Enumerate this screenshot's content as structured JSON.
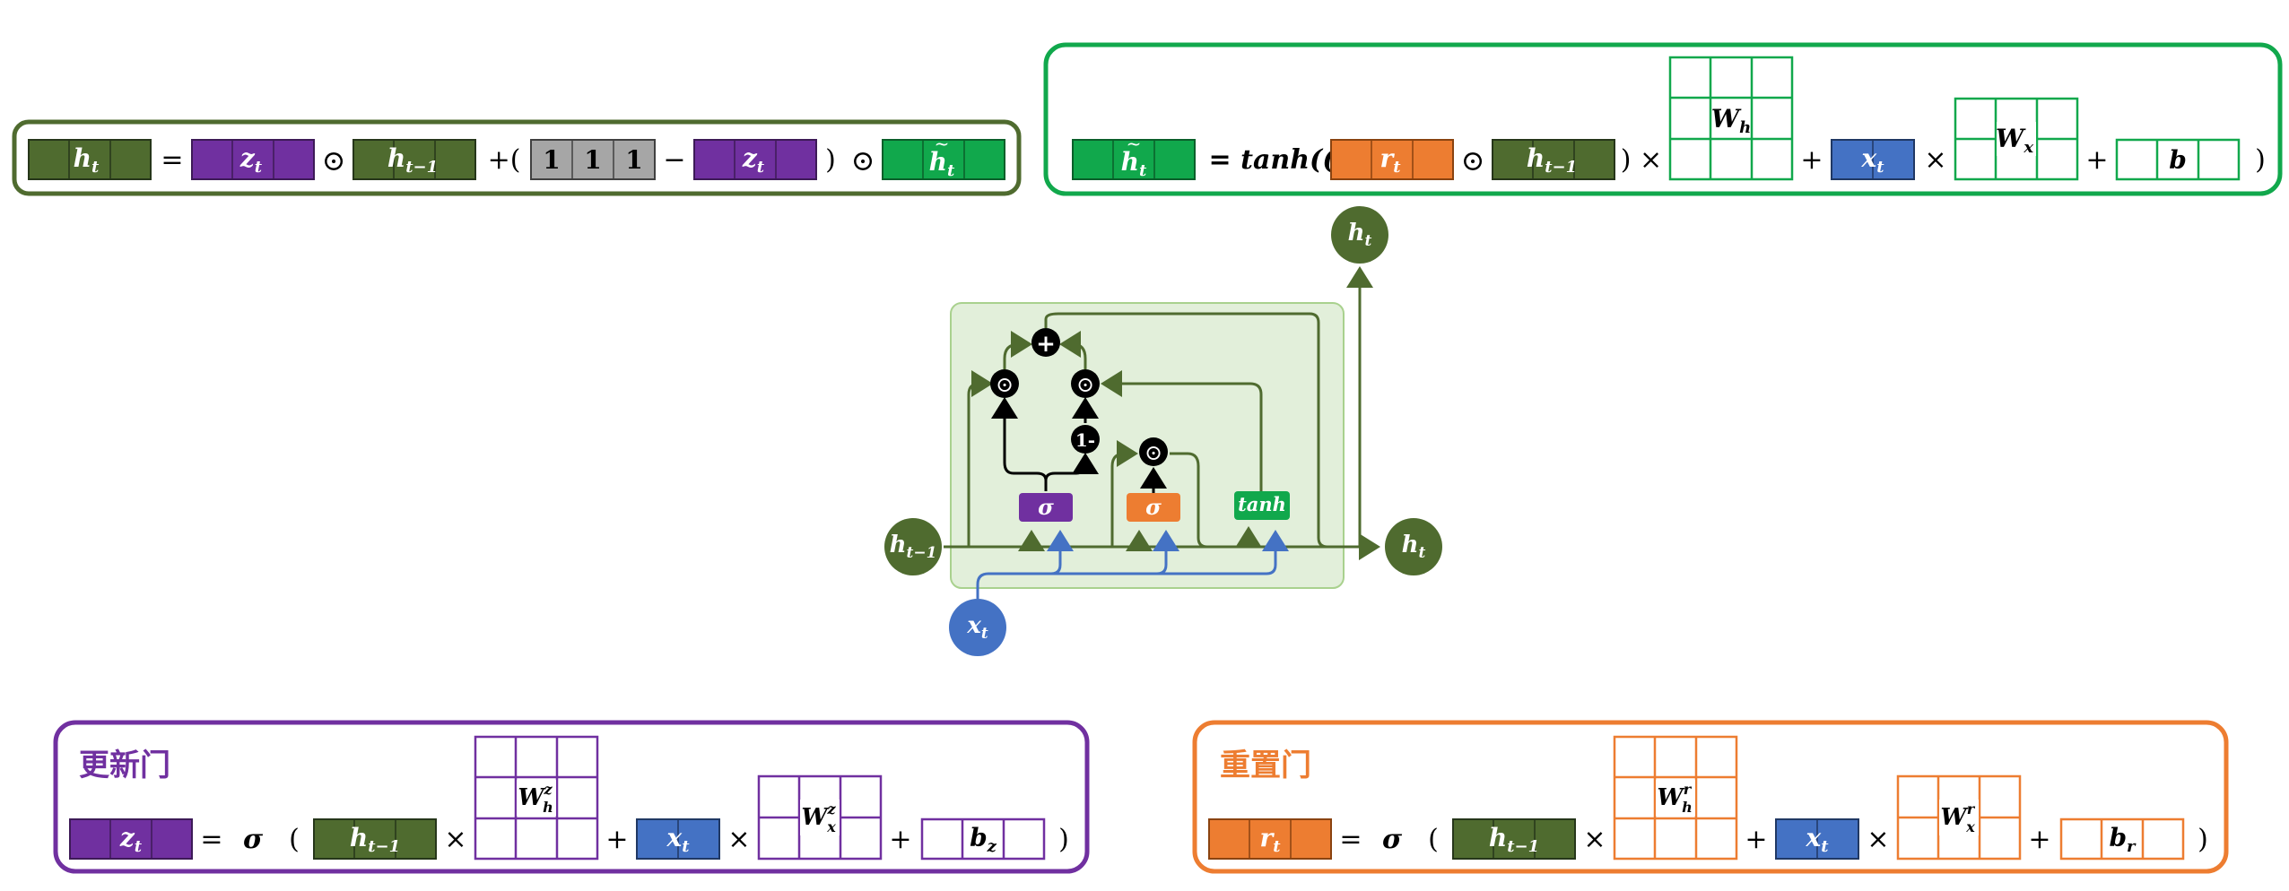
{
  "colors": {
    "h_dark": "#4f6b2f",
    "h_green": "#11a84c",
    "z_purple": "#7030a0",
    "r_orange": "#ed7d31",
    "x_blue": "#4472c4",
    "ones_gray": "#a6a6a6",
    "cell_bg": "#e2efda",
    "cell_border": "#a9d18e",
    "wire_green": "#4f6b2f",
    "wire_blue": "#4472c4"
  },
  "equations": {
    "h_update": {
      "lhs": "h",
      "lhs_sub": "t",
      "eq": "=",
      "z": "z",
      "z_sub": "t",
      "odot1": "⊙",
      "hprev": "h",
      "hprev_sub": "t−1",
      "plus_open": "+(",
      "ones": [
        "1",
        "1",
        "1"
      ],
      "minus": "−",
      "z2": "z",
      "z2_sub": "t",
      "close": ")",
      "odot2": "⊙",
      "htilde": "h",
      "htilde_accent": "~",
      "htilde_sub": "t"
    },
    "candidate": {
      "lhs": "h",
      "lhs_accent": "~",
      "lhs_sub": "t",
      "eq_tanh": "= tanh((",
      "r": "r",
      "r_sub": "t",
      "odot": "⊙",
      "hprev": "h",
      "hprev_sub": "t−1",
      "close_times": ") ×",
      "Wh": "W",
      "Wh_sub": "h",
      "plus1": "+",
      "x": "x",
      "x_sub": "t",
      "times": "×",
      "Wx": "W",
      "Wx_sub": "x",
      "plus2": "+",
      "b": "b",
      "close": ")"
    },
    "update_gate": {
      "title": "更新门",
      "lhs": "z",
      "lhs_sub": "t",
      "eq": "=",
      "sigma": "σ",
      "open": "(",
      "hprev": "h",
      "hprev_sub": "t−1",
      "times1": "×",
      "Wh": "W",
      "Wh_sup": "z",
      "Wh_sub": "h",
      "plus1": "+",
      "x": "x",
      "x_sub": "t",
      "times2": "×",
      "Wx": "W",
      "Wx_sup": "z",
      "Wx_sub": "x",
      "plus2": "+",
      "b": "b",
      "b_sub": "z",
      "close": ")"
    },
    "reset_gate": {
      "title": "重置门",
      "lhs": "r",
      "lhs_sub": "t",
      "eq": "=",
      "sigma": "σ",
      "open": "(",
      "hprev": "h",
      "hprev_sub": "t−1",
      "times1": "×",
      "Wh": "W",
      "Wh_sup": "r",
      "Wh_sub": "h",
      "plus1": "+",
      "x": "x",
      "x_sub": "t",
      "times2": "×",
      "Wx": "W",
      "Wx_sup": "r",
      "Wx_sub": "x",
      "plus2": "+",
      "b": "b",
      "b_sub": "r",
      "close": ")"
    }
  },
  "cell": {
    "input_h": "h",
    "input_h_sub": "t−1",
    "input_x": "x",
    "input_x_sub": "t",
    "output_h": "h",
    "output_h_sub": "t",
    "top_h": "h",
    "top_h_sub": "t",
    "gate_sigma_z": "σ",
    "gate_sigma_r": "σ",
    "gate_tanh": "tanh",
    "op_plus": "+",
    "op_mult": "⊙",
    "op_one_minus": "1-"
  }
}
